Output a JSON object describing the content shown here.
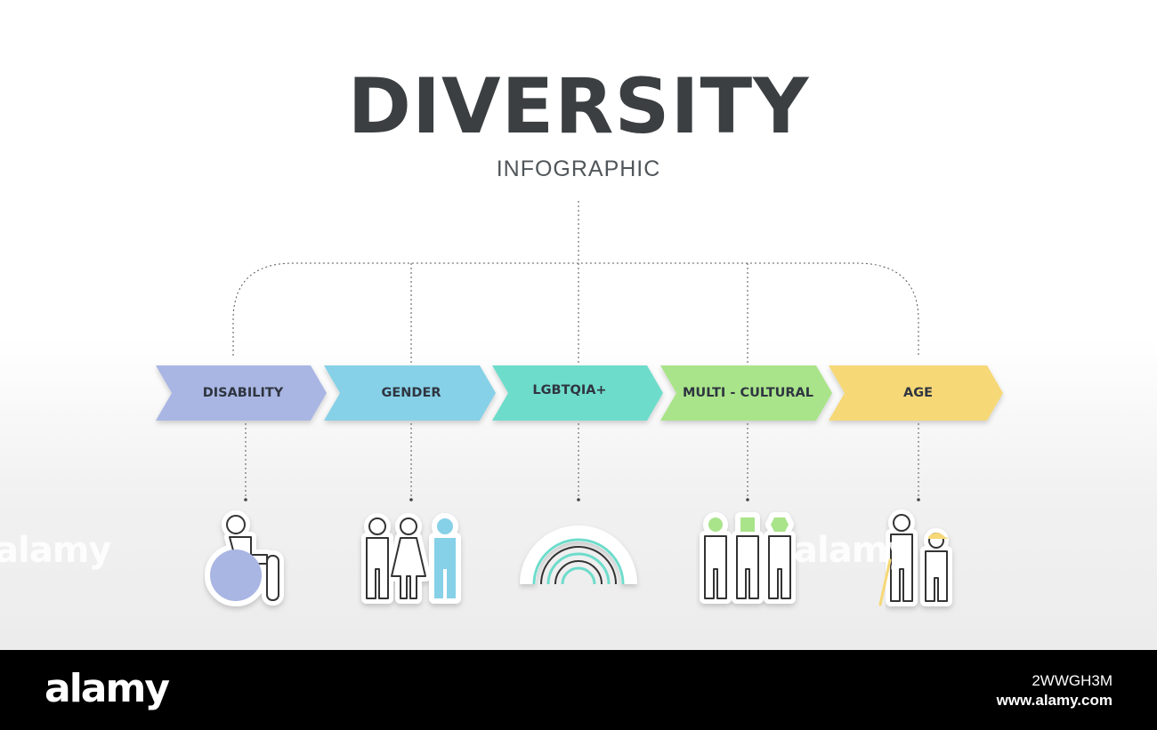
{
  "header": {
    "title": "DIVERSITY",
    "subtitle": "INFOGRAPHIC"
  },
  "steps": [
    {
      "label": "DISABILITY",
      "color": "#a9b6e3",
      "icon": "wheelchair-user-icon"
    },
    {
      "label": "GENDER",
      "color": "#86d1e7",
      "icon": "gender-people-icon"
    },
    {
      "label": "LGBTQIA+",
      "color": "#6edccb",
      "icon": "rainbow-icon"
    },
    {
      "label": "MULTI - CULTURAL",
      "color": "#a9e48a",
      "icon": "multicultural-people-icon"
    },
    {
      "label": "AGE",
      "color": "#f6d877",
      "icon": "elderly-person-icon"
    }
  ],
  "watermark": {
    "text": "alamy"
  },
  "footer": {
    "logo": "alamy",
    "image_id": "2WWGH3M",
    "site": "www.alamy.com"
  }
}
